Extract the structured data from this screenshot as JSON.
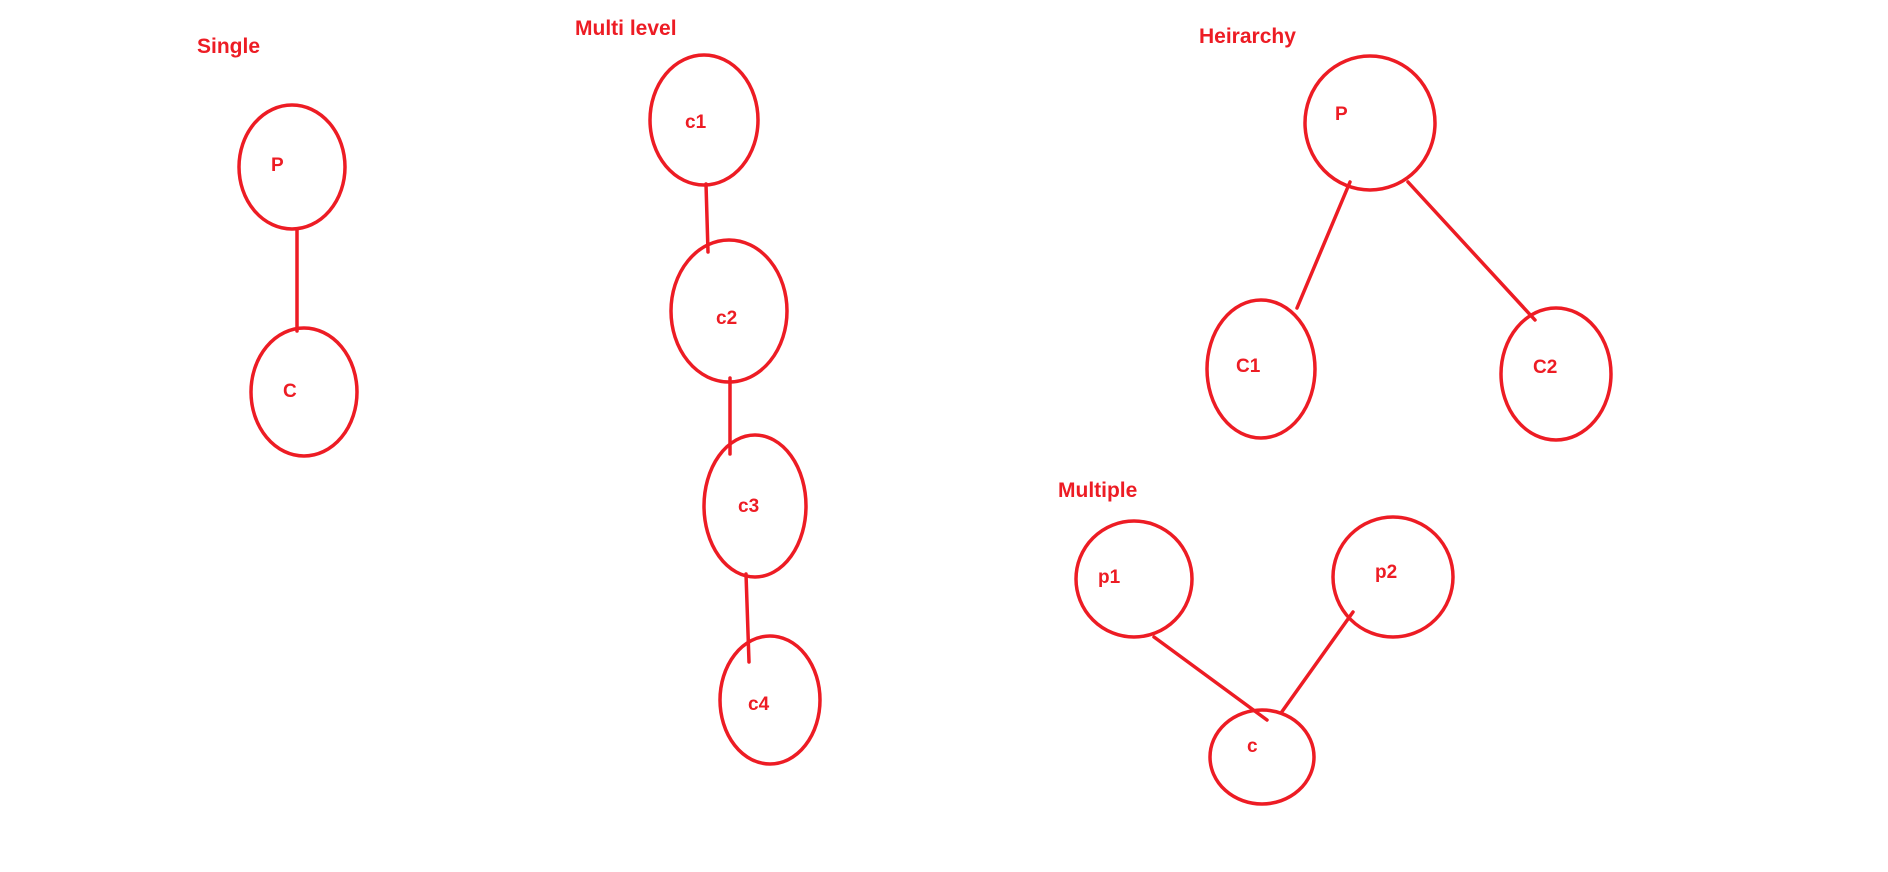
{
  "style": {
    "stroke_color": "#ed1c24",
    "text_color": "#ed1c24",
    "background": "#ffffff"
  },
  "diagrams": {
    "single": {
      "title": "Single",
      "nodes": {
        "p": "P",
        "c": "C"
      }
    },
    "multi_level": {
      "title": "Multi level",
      "nodes": {
        "c1": "c1",
        "c2": "c2",
        "c3": "c3",
        "c4": "c4"
      }
    },
    "hierarchy": {
      "title": "Heirarchy",
      "nodes": {
        "p": "P",
        "c1": "C1",
        "c2": "C2"
      }
    },
    "multiple": {
      "title": "Multiple",
      "nodes": {
        "p1": "p1",
        "p2": "p2",
        "c": "c"
      }
    }
  }
}
